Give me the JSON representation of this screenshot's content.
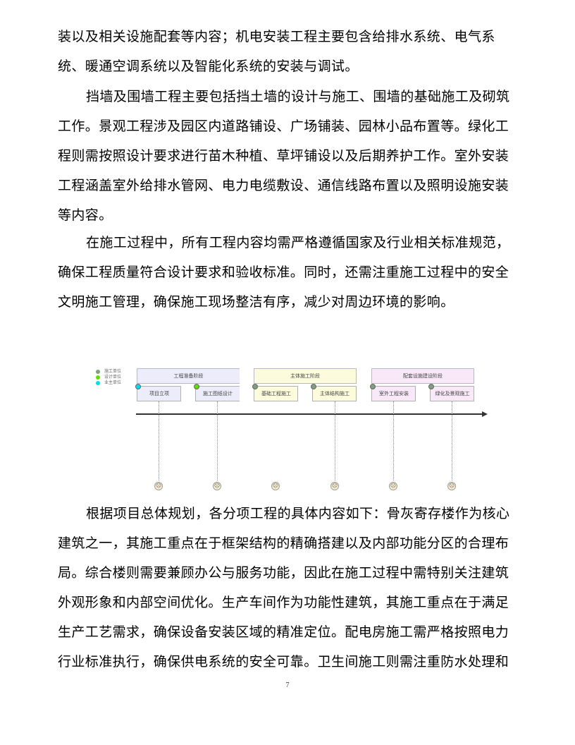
{
  "paragraphs": [
    {
      "indent": false,
      "lines": [
        "装以及相关设施配套等内容；机电安装工程主要包含给排水系统、电气系",
        "统、暖通空调系统以及智能化系统的安装与调试。"
      ]
    },
    {
      "indent": true,
      "lines": [
        "挡墙及围墙工程主要包括挡土墙的设计与施工、围墙的基础施工及砌筑",
        "工作。景观工程涉及园区内道路铺设、广场铺装、园林小品布置等。绿化工",
        "程则需按照设计要求进行苗木种植、草坪铺设以及后期养护工作。室外安装",
        "工程涵盖室外给排水管网、电力电缆敷设、通信线路布置以及照明设施安装",
        "等内容。"
      ]
    },
    {
      "indent": true,
      "lines": [
        "在施工过程中，所有工程内容均需严格遵循国家及行业相关标准规范，",
        "确保工程质量符合设计要求和验收标准。同时，还需注重施工过程中的安全",
        "文明施工管理，确保施工现场整洁有序，减少对周边环境的影响。"
      ]
    },
    {
      "indent": true,
      "lines": [
        "根据项目总体规划，各分项工程的具体内容如下：骨灰寄存楼作为核心",
        "建筑之一，其施工重点在于框架结构的精确搭建以及内部功能分区的合理布",
        "局。综合楼则需要兼顾办公与服务功能，因此在施工过程中需特别关注建筑",
        "外观形象和内部空间优化。生产车间作为功能性建筑，其施工重点在于满足",
        "生产工艺需求，确保设备安装区域的精准定位。配电房施工需严格按照电力",
        "行业标准执行，确保供电系统的安全可靠。卫生间施工则需注重防水处理和"
      ]
    }
  ],
  "diagram": {
    "legend": [
      {
        "label": "施工单位",
        "color": "#7fa07f"
      },
      {
        "label": "设计单位",
        "color": "#66dd00"
      },
      {
        "label": "业主单位",
        "color": "#00ddee"
      }
    ],
    "phases": [
      {
        "label": "工程准备阶段",
        "bg": "#ececfa"
      },
      {
        "label": "主体施工阶段",
        "bg": "#fcfcdc"
      },
      {
        "label": "配套设施建设阶段",
        "bg": "#f8e8f8"
      }
    ],
    "tasks": [
      {
        "label": "项目立项",
        "dot": "#00ddee",
        "bg": "#ececfa"
      },
      {
        "label": "施工图纸设计",
        "dot": "#66dd00",
        "bg": "#ececfa"
      },
      {
        "label": "基础工程施工",
        "dot": "#7fa07f",
        "bg": "#fcfcdc"
      },
      {
        "label": "主体结构施工",
        "dot": "#7fa07f",
        "bg": "#fcfcdc"
      },
      {
        "label": "室外工程安装",
        "dot": "#7fa07f",
        "bg": "#f8e8f8"
      },
      {
        "label": "绿化及景观施工",
        "dot": "#7fa07f",
        "bg": "#f8e8f8"
      }
    ],
    "milestone_icon": "☹"
  },
  "page_number": "7"
}
